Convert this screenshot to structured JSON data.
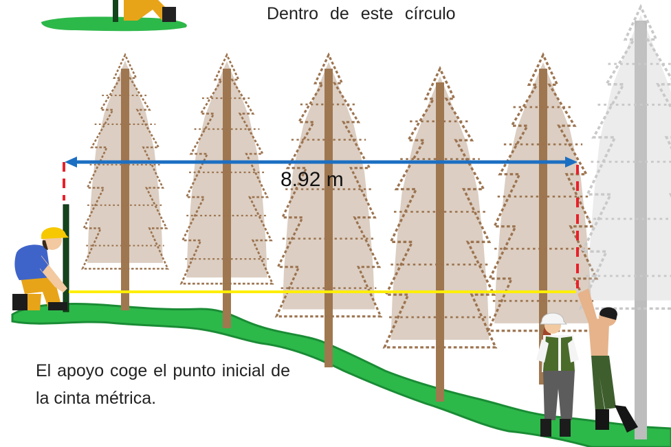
{
  "captions": {
    "top": "Dentro de este círculo",
    "bottom": "El apoyo coge el punto inicial de la cinta métrica."
  },
  "measurement": {
    "label": "8.92 m"
  },
  "colors": {
    "ground": "#2db84a",
    "ground_dark": "#1a8c35",
    "trunk": "#a07850",
    "foliage": "#9c7450",
    "tree_faded": "#c9c9c9",
    "arrow": "#1b6fc2",
    "tape": "#ffee00",
    "guide": "#e8202a",
    "helmet": "#f6c800",
    "shirt": "#3f64c9",
    "pants": "#e8a418",
    "vest": "#4a6b2a",
    "pole": "#14441c"
  },
  "icons": [
    "tree-icon",
    "worker-kneeling-icon",
    "worker-woman-icon",
    "worker-man-icon",
    "pole-icon"
  ]
}
